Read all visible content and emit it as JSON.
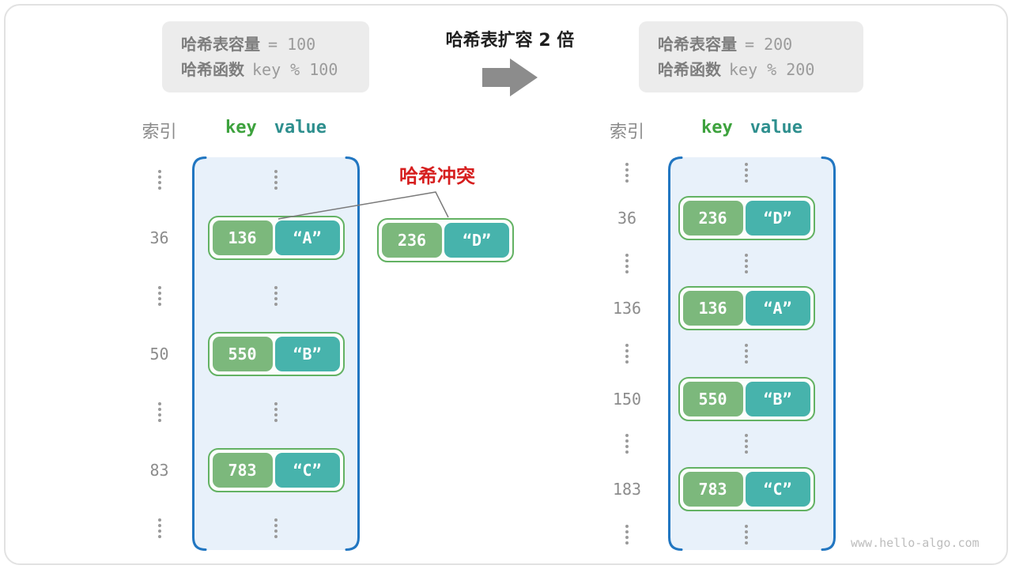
{
  "info_boxes": {
    "before": {
      "capacity_label": "哈希表容量",
      "capacity_value": "= 100",
      "function_label": "哈希函数",
      "function_value": "key % 100"
    },
    "after": {
      "capacity_label": "哈希表容量",
      "capacity_value": "= 200",
      "function_label": "哈希函数",
      "function_value": "key % 200"
    }
  },
  "transition": {
    "title": "哈希表扩容 2 倍",
    "arrow_icon": "right-arrow"
  },
  "collision": {
    "label": "哈希冲突",
    "pair": {
      "key": "236",
      "value": "“D”"
    }
  },
  "tables": [
    {
      "id": "before",
      "index_label": "索引",
      "key_label": "key",
      "value_label": "value",
      "rows": [
        {
          "type": "dots"
        },
        {
          "type": "pair",
          "index": "36",
          "key": "136",
          "value": "“A”"
        },
        {
          "type": "dots"
        },
        {
          "type": "pair",
          "index": "50",
          "key": "550",
          "value": "“B”"
        },
        {
          "type": "dots"
        },
        {
          "type": "pair",
          "index": "83",
          "key": "783",
          "value": "“C”"
        },
        {
          "type": "dots"
        }
      ]
    },
    {
      "id": "after",
      "index_label": "索引",
      "key_label": "key",
      "value_label": "value",
      "rows": [
        {
          "type": "dots"
        },
        {
          "type": "pair",
          "index": "36",
          "key": "236",
          "value": "“D”"
        },
        {
          "type": "dots"
        },
        {
          "type": "pair",
          "index": "136",
          "key": "136",
          "value": "“A”"
        },
        {
          "type": "dots"
        },
        {
          "type": "pair",
          "index": "150",
          "key": "550",
          "value": "“B”"
        },
        {
          "type": "dots"
        },
        {
          "type": "pair",
          "index": "183",
          "key": "783",
          "value": "“C”"
        },
        {
          "type": "dots"
        }
      ]
    }
  ],
  "watermark": "www.hello-algo.com",
  "colors": {
    "container_border": "#2176c1",
    "container_fill": "#e8f1fa",
    "pair_border": "#63b263",
    "key_fill": "#7cb87c",
    "value_fill": "#47b3ac",
    "key_header_green": "#3da23d",
    "value_header_teal": "#2e8f8e",
    "collision_red": "#d61e1e",
    "gray_text": "#8c8c8c",
    "arrow_gray": "#8c8c8c"
  }
}
